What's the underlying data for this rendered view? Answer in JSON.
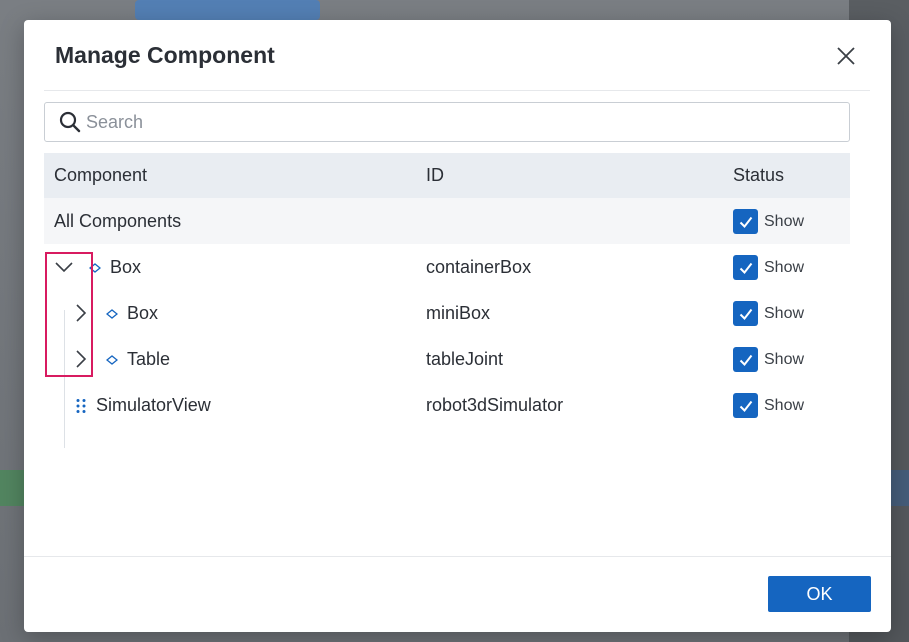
{
  "dialog": {
    "title": "Manage Component",
    "search_placeholder": "Search",
    "ok_label": "OK"
  },
  "table": {
    "headers": {
      "component": "Component",
      "id": "ID",
      "status": "Status"
    },
    "rows": [
      {
        "name": "All Components",
        "id": "",
        "status": "Show",
        "checked": true
      },
      {
        "name": "Box",
        "id": "containerBox",
        "status": "Show",
        "checked": true,
        "expanded": true
      },
      {
        "name": "Box",
        "id": "miniBox",
        "status": "Show",
        "checked": true,
        "expanded": false
      },
      {
        "name": "Table",
        "id": "tableJoint",
        "status": "Show",
        "checked": true,
        "expanded": false
      },
      {
        "name": "SimulatorView",
        "id": "robot3dSimulator",
        "status": "Show",
        "checked": true
      }
    ]
  },
  "colors": {
    "accent": "#1565c0",
    "highlight": "#d81b60"
  }
}
